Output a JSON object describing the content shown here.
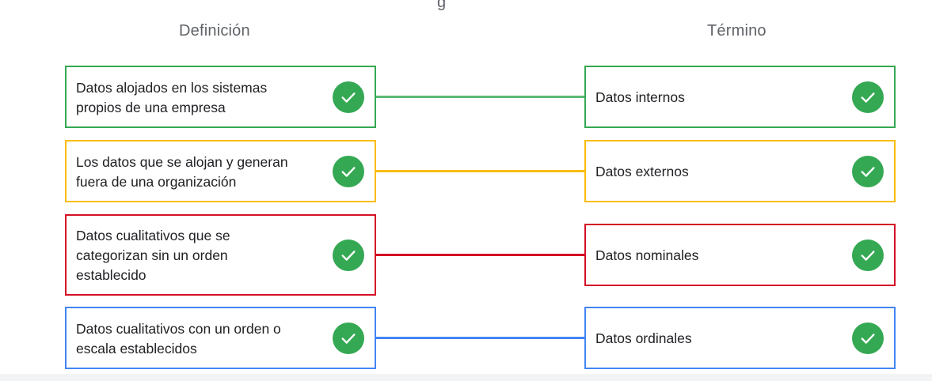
{
  "headers": {
    "top_partial": "g",
    "definition": "Definición",
    "term": "Término"
  },
  "rows": [
    {
      "color": "#34a853",
      "definition": "Datos alojados en los sistemas\npropios de una empresa",
      "term": "Datos internos",
      "status_icon": "check-circle-icon"
    },
    {
      "color": "#fbbc04",
      "definition": "Los datos que se alojan y generan\nfuera de una organización",
      "term": "Datos externos",
      "status_icon": "check-circle-icon"
    },
    {
      "color": "#d50f25",
      "definition": "Datos cualitativos que se\ncategorizan sin un orden\nestablecido",
      "term": "Datos nominales",
      "status_icon": "check-circle-icon"
    },
    {
      "color": "#4285f4",
      "definition": "Datos cualitativos con un orden o\nescala establecidos",
      "term": "Datos ordinales",
      "status_icon": "check-circle-icon"
    }
  ],
  "colors": {
    "check_fill": "#34a853",
    "header_text": "#5f6368"
  }
}
